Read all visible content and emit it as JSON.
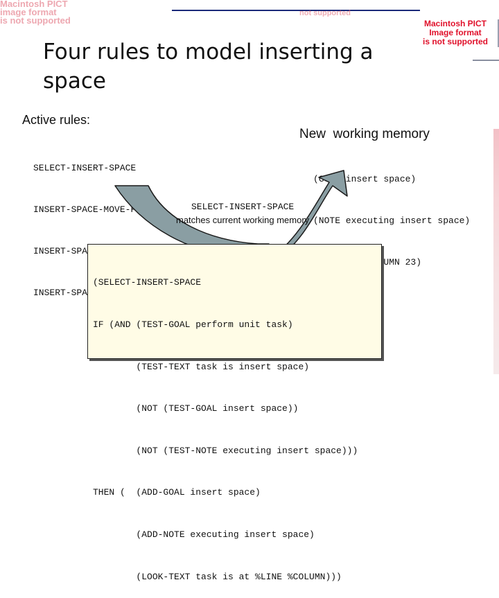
{
  "placeholders": {
    "pict_top_left": "Macintosh PICT\nimage format\nis not supported",
    "pict_top_mid": "not supported",
    "pict_right": [
      "Macintosh PICT",
      "Image format",
      "is not supported"
    ]
  },
  "slide": {
    "title": "Four rules to model inserting a space"
  },
  "active_rules": {
    "label": "Active rules:",
    "items": [
      "SELECT-INSERT-SPACE",
      "INSERT-SPACE-MOVE-FIRST",
      "INSERT-SPACE-DOIT",
      "INSERT-SPACE-DONE"
    ]
  },
  "working_memory": {
    "label": "New  working memory",
    "items": [
      "(GOAL insert space)",
      "(NOTE executing insert space)",
      "(LINE 5) (COLUMN 23)"
    ]
  },
  "match": {
    "rule_name": "SELECT-INSERT-SPACE",
    "description": "matches current working memory"
  },
  "production": {
    "lines": [
      "(SELECT-INSERT-SPACE",
      "IF (AND (TEST-GOAL perform unit task)",
      "        (TEST-TEXT task is insert space)",
      "        (NOT (TEST-GOAL insert space))",
      "        (NOT (TEST-NOTE executing insert space)))",
      "THEN (  (ADD-GOAL insert space)",
      "        (ADD-NOTE executing insert space)",
      "        (LOOK-TEXT task is at %LINE %COLUMN)))"
    ]
  },
  "colors": {
    "arrow_fill": "#8a9ea3",
    "box_fill": "#fffce6",
    "placeholder_red": "#e0102a"
  }
}
